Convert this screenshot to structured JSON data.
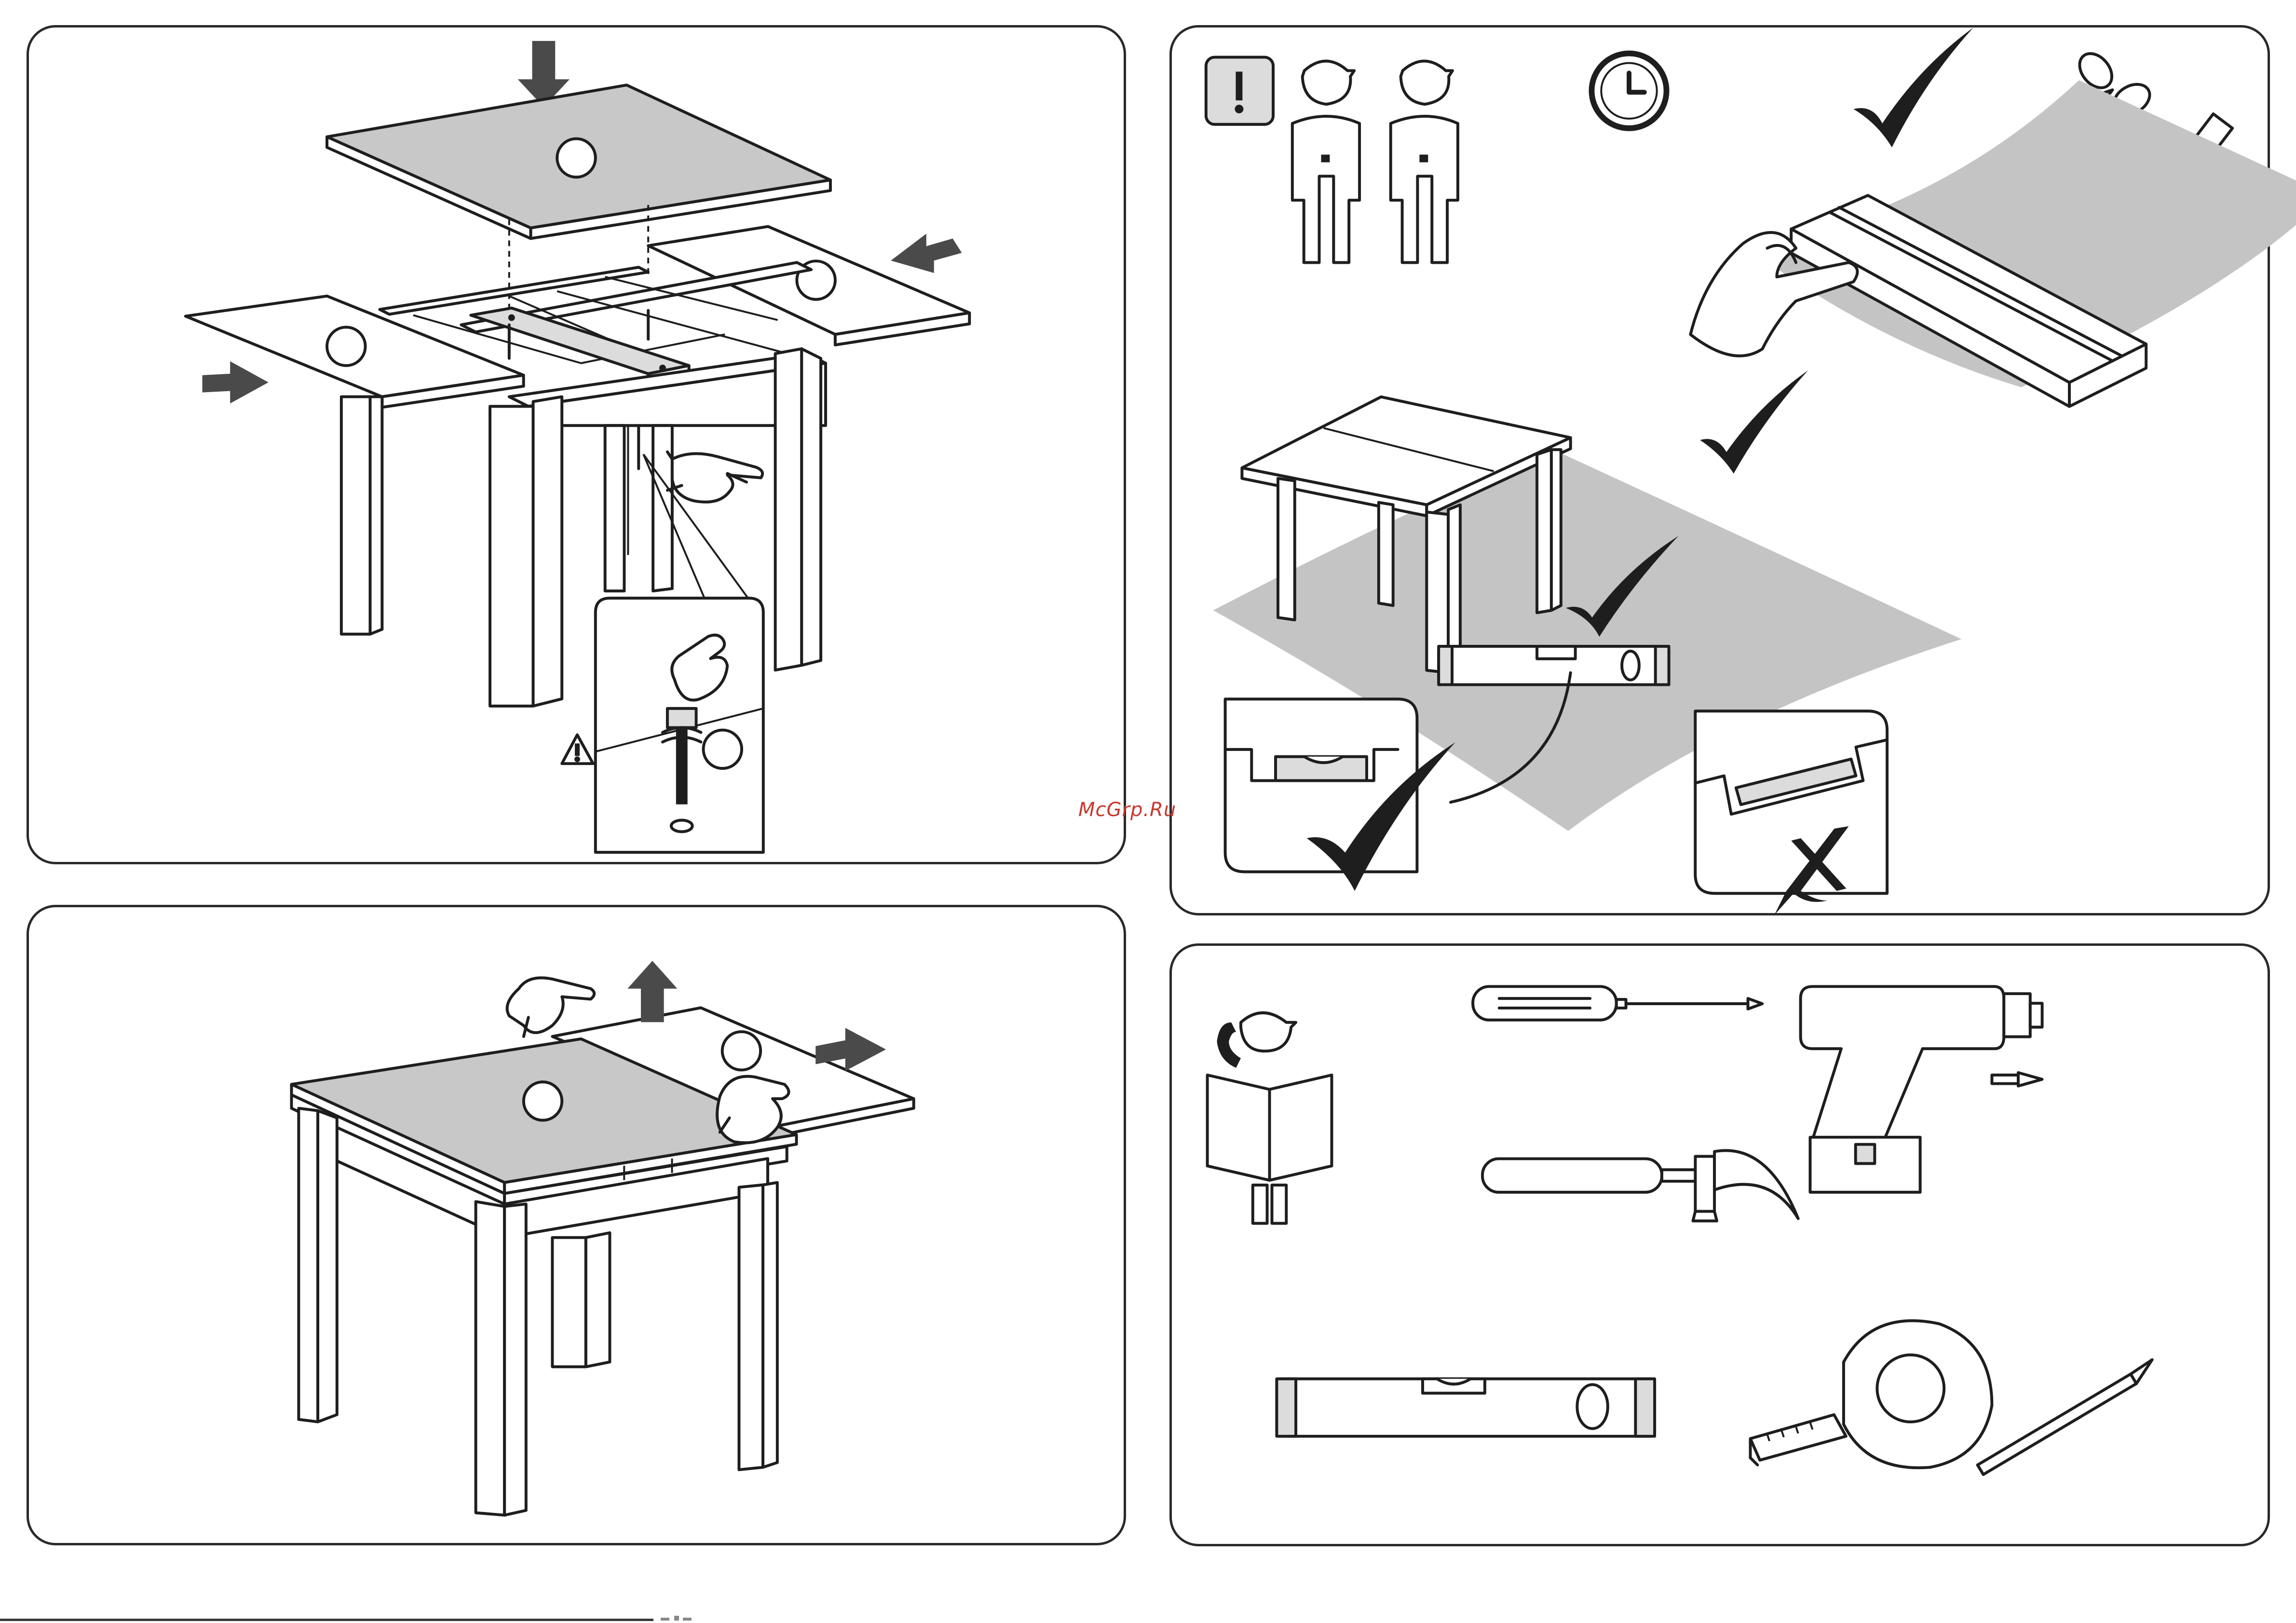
{
  "watermark": "McGrp.Ru",
  "colors": {
    "outline": "#1e1e1e",
    "tabletop_gray": "#c8c8c8",
    "floor_shadow": "#c4c4c4",
    "arrow_gray": "#4a4a4a",
    "watermark_red": "#c9362b"
  },
  "panels": [
    {
      "id": "step-assemble-extension-table",
      "icons": [
        "down-arrow-icon",
        "push-arrow-icon",
        "pointing-hand-icon",
        "warning-triangle-icon",
        "hand-icon"
      ]
    },
    {
      "id": "preparation-info",
      "icons": [
        "attention-icon",
        "worker-icon",
        "clock-icon",
        "checkmark-icon",
        "scissors-icon",
        "utility-knife-icon",
        "hand-icon",
        "spirit-level-icon",
        "cross-icon"
      ]
    },
    {
      "id": "step-extend-tabletop",
      "icons": [
        "hand-icon",
        "up-arrow-icon",
        "right-arrow-icon"
      ]
    },
    {
      "id": "required-tools",
      "icons": [
        "worker-reading-icon",
        "phone-icon",
        "screwdriver-icon",
        "hammer-icon",
        "cordless-drill-icon",
        "spirit-level-icon",
        "tape-measure-icon",
        "pencil-icon"
      ]
    }
  ]
}
